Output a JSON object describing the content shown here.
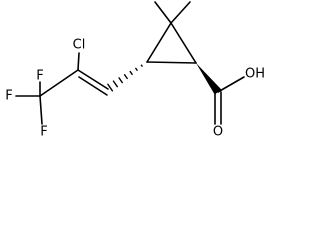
{
  "diagram": {
    "type": "skeletal-structure",
    "ink_color": "#000000",
    "background_color": "#ffffff",
    "atom_labels": {
      "chlorine": "Cl",
      "fluorine_top": "F",
      "fluorine_left": "F",
      "fluorine_bottom": "F",
      "hydroxyl": "OH",
      "carbonyl_oxygen": "O"
    }
  }
}
